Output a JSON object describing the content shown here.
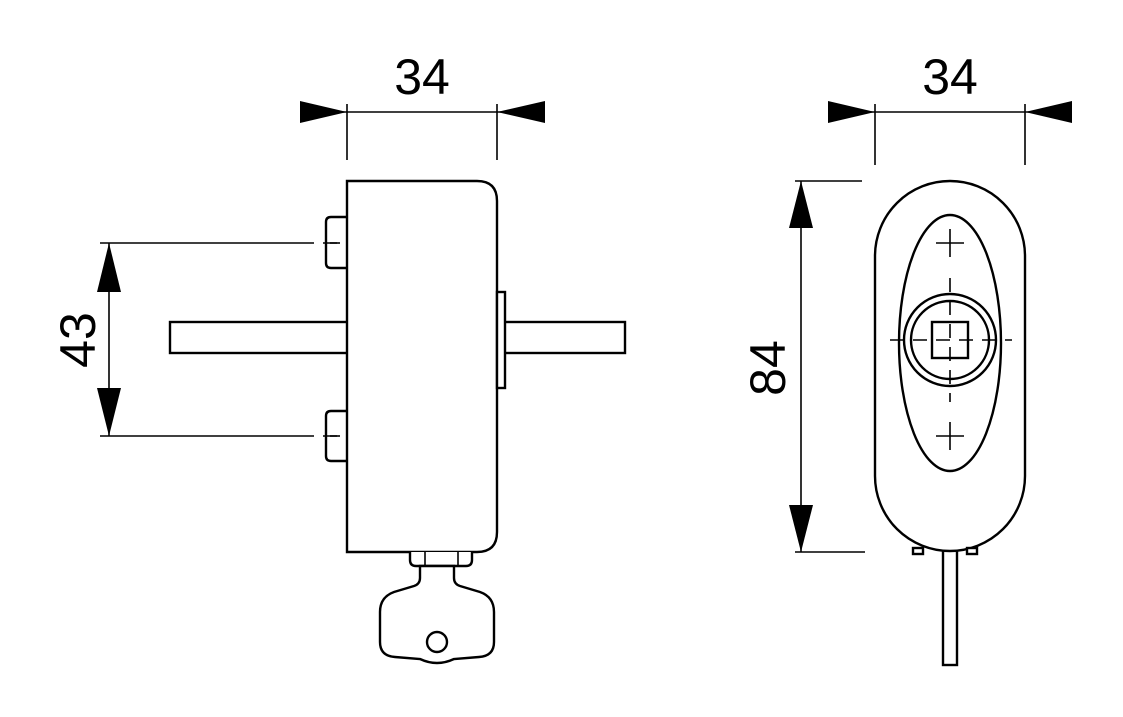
{
  "side_view": {
    "width_dimension": "34",
    "height_dimension": "43"
  },
  "front_view": {
    "width_dimension": "34",
    "height_dimension": "84"
  }
}
